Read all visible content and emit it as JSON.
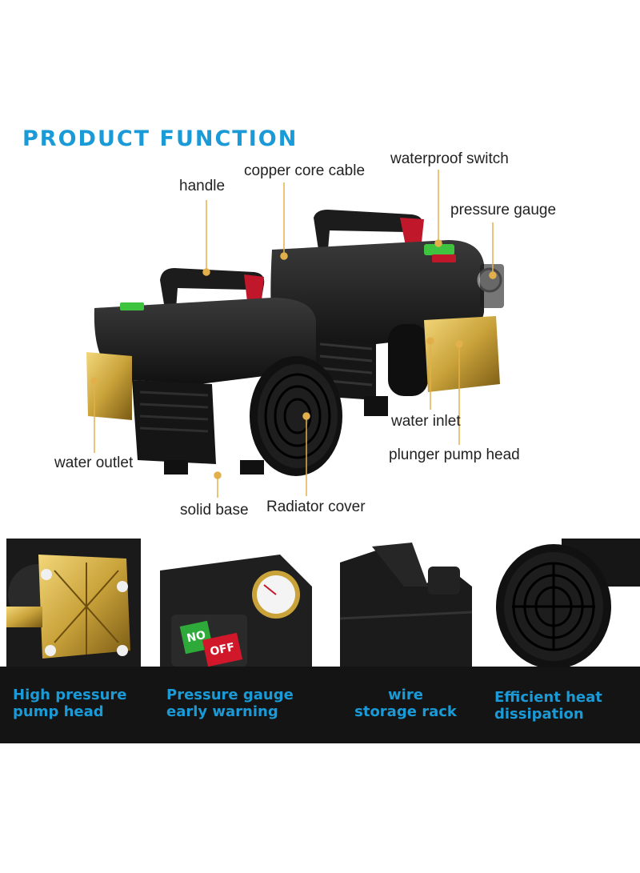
{
  "title": "PRODUCT FUNCTION",
  "labels": {
    "handle": "handle",
    "copper_core_cable": "copper core cable",
    "waterproof_switch": "waterproof switch",
    "pressure_gauge": "pressure gauge",
    "water_inlet": "water inlet",
    "plunger_pump_head": "plunger pump head",
    "water_outlet": "water outlet",
    "solid_base": "solid base",
    "radiator_cover": "Radiator cover"
  },
  "switch": {
    "on": "NO",
    "off": "OFF"
  },
  "features": [
    {
      "line1": "High pressure",
      "line2": "pump head"
    },
    {
      "line1": "Pressure gauge",
      "line2": "early warning"
    },
    {
      "line1": "wire",
      "line2": "storage rack"
    },
    {
      "line1": "Efficient heat",
      "line2": "dissipation"
    }
  ],
  "colors": {
    "accent": "#1a9ad6",
    "leader": "#e2b04a",
    "body": "#1c1c1c",
    "brass": "#c9a23a",
    "strip": "#141414"
  }
}
